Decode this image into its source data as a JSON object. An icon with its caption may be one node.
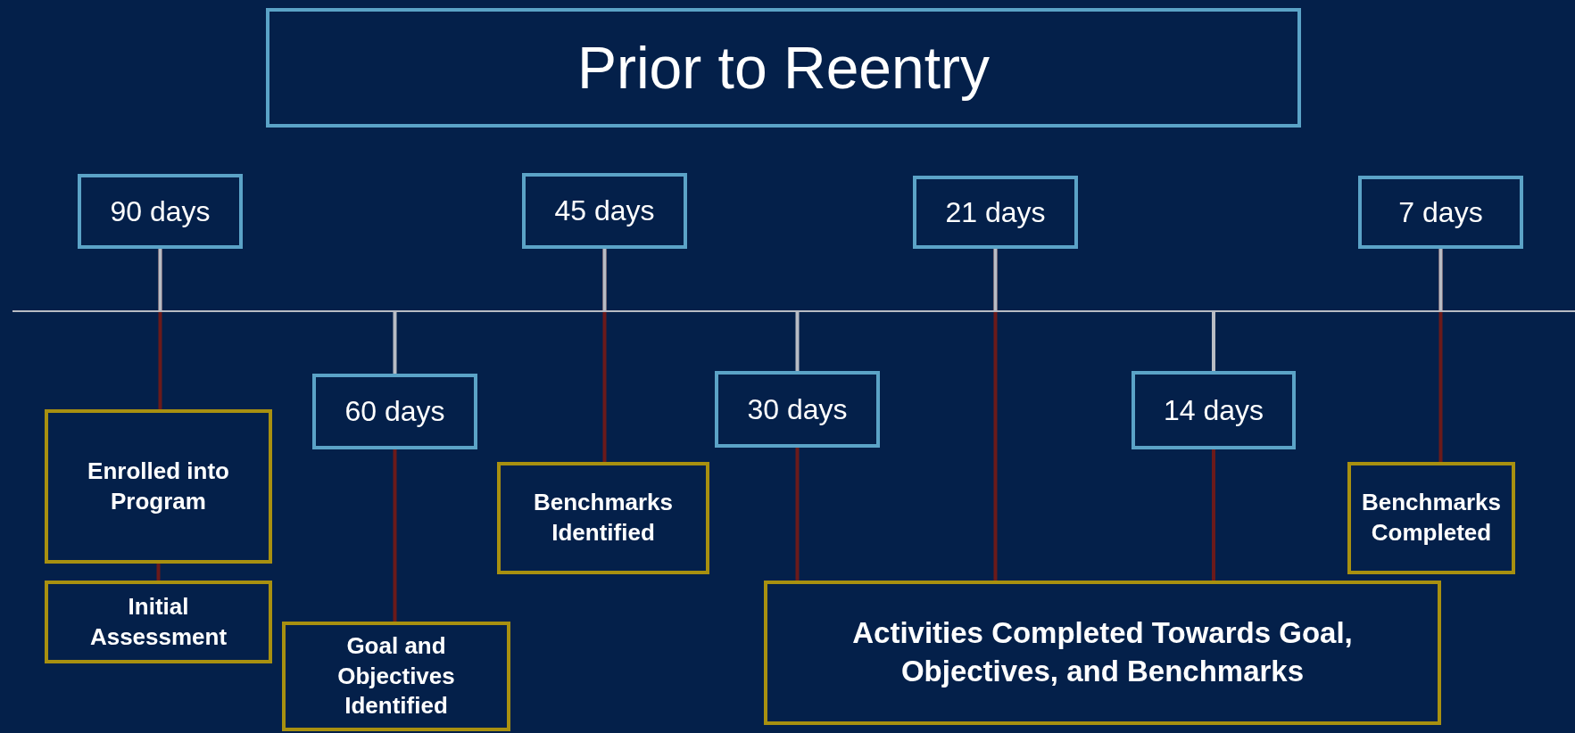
{
  "diagram": {
    "title": "Prior to Reentry",
    "nodes": [
      {
        "text": [
          "90 days"
        ]
      },
      {
        "text": [
          "60 days"
        ]
      },
      {
        "text": [
          "45 days"
        ]
      },
      {
        "text": [
          "30 days"
        ]
      },
      {
        "text": [
          "21 days"
        ]
      },
      {
        "text": [
          "14 days"
        ]
      },
      {
        "text": [
          "7 days"
        ]
      },
      {
        "text": [
          "Enrolled into Program"
        ]
      },
      {
        "text": [
          "Initial Assessment"
        ]
      },
      {
        "text": [
          "Goal and Objectives Identified"
        ]
      },
      {
        "text": [
          "Benchmarks Identified"
        ]
      },
      {
        "text": [
          "Activities Completed Towards Goal, Objectives, and Benchmarks"
        ]
      },
      {
        "text": [
          "Benchmarks Completed"
        ]
      }
    ],
    "edges": [
      {
        "from": 0,
        "to": 7,
        "arrow": "none"
      },
      {
        "from": 7,
        "to": 8,
        "arrow": "none"
      },
      {
        "from": 1,
        "to": 9,
        "arrow": "none"
      },
      {
        "from": 2,
        "to": 10,
        "arrow": "none"
      },
      {
        "from": 3,
        "to": 11,
        "arrow": "none"
      },
      {
        "from": 4,
        "to": 11,
        "arrow": "none"
      },
      {
        "from": 5,
        "to": 11,
        "arrow": "none"
      },
      {
        "from": 6,
        "to": 12,
        "arrow": "none"
      }
    ]
  }
}
